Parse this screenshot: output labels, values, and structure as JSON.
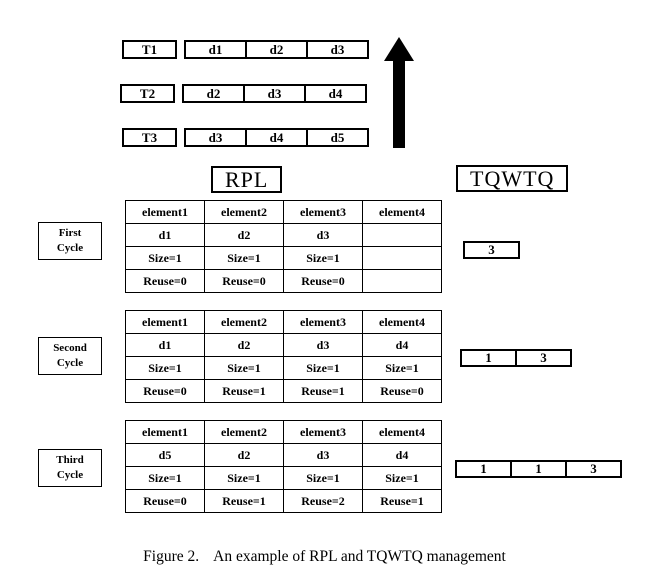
{
  "top_sequences": [
    {
      "tag": "T1",
      "cells": [
        "d1",
        "d2",
        "d3"
      ]
    },
    {
      "tag": "T2",
      "cells": [
        "d2",
        "d3",
        "d4"
      ]
    },
    {
      "tag": "T3",
      "cells": [
        "d3",
        "d4",
        "d5"
      ]
    }
  ],
  "headings": {
    "rpl": "RPL",
    "tqwtq": "TQWTQ"
  },
  "cycles": [
    {
      "label": "First\nCycle",
      "headers": [
        "element1",
        "element2",
        "element3",
        "element4"
      ],
      "rows": [
        [
          "d1",
          "d2",
          "d3",
          ""
        ],
        [
          "Size=1",
          "Size=1",
          "Size=1",
          ""
        ],
        [
          "Reuse=0",
          "Reuse=0",
          "Reuse=0",
          ""
        ]
      ],
      "tqwtq": [
        "3"
      ]
    },
    {
      "label": "Second\nCycle",
      "headers": [
        "element1",
        "element2",
        "element3",
        "element4"
      ],
      "rows": [
        [
          "d1",
          "d2",
          "d3",
          "d4"
        ],
        [
          "Size=1",
          "Size=1",
          "Size=1",
          "Size=1"
        ],
        [
          "Reuse=0",
          "Reuse=1",
          "Reuse=1",
          "Reuse=0"
        ]
      ],
      "tqwtq": [
        "1",
        "3"
      ]
    },
    {
      "label": "Third\nCycle",
      "headers": [
        "element1",
        "element2",
        "element3",
        "element4"
      ],
      "rows": [
        [
          "d5",
          "d2",
          "d3",
          "d4"
        ],
        [
          "Size=1",
          "Size=1",
          "Size=1",
          "Size=1"
        ],
        [
          "Reuse=0",
          "Reuse=1",
          "Reuse=2",
          "Reuse=1"
        ]
      ],
      "tqwtq": [
        "1",
        "1",
        "3"
      ]
    }
  ],
  "caption": {
    "label": "Figure 2.",
    "text": "An example of RPL and TQWTQ management"
  }
}
